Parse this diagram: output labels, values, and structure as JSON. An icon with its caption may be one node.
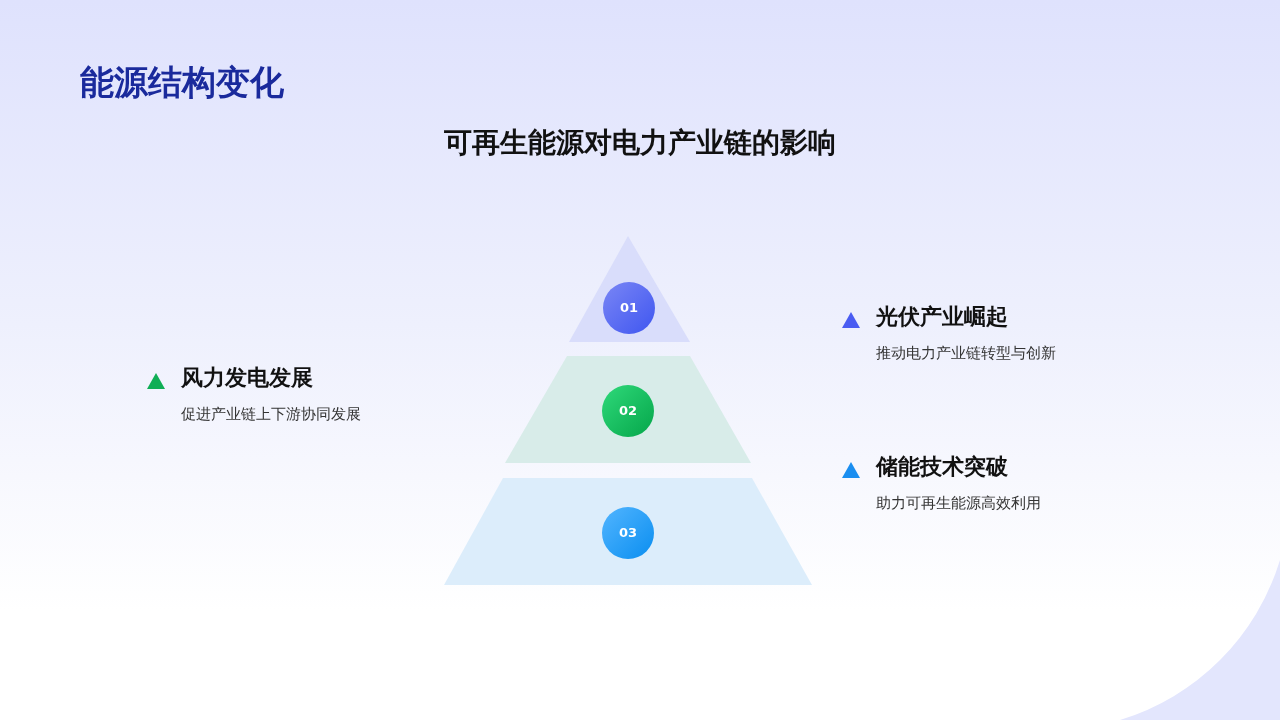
{
  "diagram": {
    "title": "能源结构变化",
    "nodes": [
      {
        "text": [
          "01"
        ]
      },
      {
        "text": [
          "02"
        ]
      },
      {
        "text": [
          "03"
        ]
      }
    ],
    "labels": [
      "可再生能源对电力产业链的影响",
      "光伏产业崛起",
      "推动电力产业链转型与创新",
      "风力发电发展",
      "促进产业链上下游协同发展",
      "储能技术突破",
      "助力可再生能源高效利用"
    ]
  }
}
